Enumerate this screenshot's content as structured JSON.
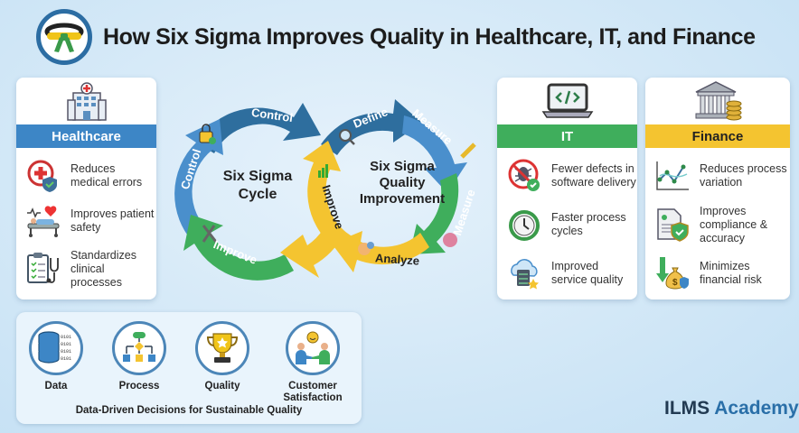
{
  "header": {
    "title": "How Six Sigma Improves Quality in Healthcare, IT, and Finance",
    "logo_icon": "belt-icon"
  },
  "colors": {
    "blue_dark": "#2e6e9e",
    "blue": "#4a8fcc",
    "green": "#3fae5c",
    "yellow": "#f4c430",
    "healthcare_band": "#3d86c6",
    "it_band": "#3fae5c",
    "finance_band": "#f4c430"
  },
  "healthcare": {
    "title": "Healthcare",
    "top_icon": "hospital-icon",
    "items": [
      {
        "icon": "medical-cross-shield-icon",
        "text": "Reduces medical errors"
      },
      {
        "icon": "patient-bed-heart-icon",
        "text": "Improves patient safety"
      },
      {
        "icon": "clipboard-stethoscope-icon",
        "text": "Standardizes clinical processes"
      }
    ]
  },
  "it": {
    "title": "IT",
    "top_icon": "laptop-code-icon",
    "items": [
      {
        "icon": "no-bug-icon",
        "text": "Fewer defects in software delivery"
      },
      {
        "icon": "stopwatch-icon",
        "text": "Faster process cycles"
      },
      {
        "icon": "cloud-server-star-icon",
        "text": "Improved service quality"
      }
    ]
  },
  "finance": {
    "title": "Finance",
    "top_icon": "bank-coins-icon",
    "items": [
      {
        "icon": "line-chart-icon",
        "text": "Reduces process variation"
      },
      {
        "icon": "document-shield-icon",
        "text": "Improves compliance & accuracy"
      },
      {
        "icon": "money-bag-down-icon",
        "text": "Minimizes financial risk"
      }
    ]
  },
  "cycle_left": {
    "center_line1": "Six Sigma",
    "center_line2": "Cycle",
    "segments": [
      {
        "label": "Control",
        "icon": null
      },
      {
        "label": "Control",
        "icon": "lock-icon"
      },
      {
        "label": "Improve",
        "icon": "tools-icon"
      }
    ]
  },
  "cycle_right": {
    "center_line1": "Six Sigma",
    "center_line2": "Quality",
    "center_line3": "Improvement",
    "segments": [
      {
        "label": "Define",
        "icon": "magnifier-icon"
      },
      {
        "label": "Measure",
        "icon": "ruler-icon"
      },
      {
        "label": "Measure",
        "icon": "brain-icon"
      },
      {
        "label": "Analyze",
        "icon": "gears-head-icon"
      },
      {
        "label": "Improve",
        "icon": "bar-chart-icon"
      }
    ]
  },
  "bottom": {
    "pillars": [
      {
        "label": "Data",
        "icon": "database-icon"
      },
      {
        "label": "Process",
        "icon": "flowchart-icon"
      },
      {
        "label": "Quality",
        "icon": "trophy-icon"
      },
      {
        "label": "Customer Satisfaction",
        "icon": "handshake-icon"
      }
    ],
    "tagline": "Data-Driven Decisions for Sustainable Quality"
  },
  "brand": {
    "part1": "ILMS",
    "part2": "Academy"
  }
}
